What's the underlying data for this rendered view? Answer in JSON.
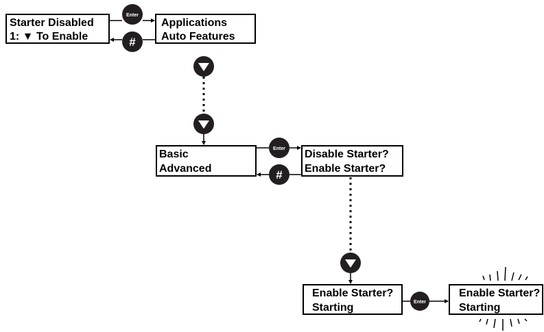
{
  "screens": {
    "main": {
      "line1": "Starter Disabled",
      "line2": "1: ▼ To Enable"
    },
    "menu": {
      "line1": "Applications",
      "line2": "Auto Features"
    },
    "submenu": {
      "line1": "Basic",
      "line2": "Advanced"
    },
    "option": {
      "line1": "Disable Starter?",
      "line2": "Enable Starter?"
    },
    "confirm": {
      "line1": "Enable Starter?",
      "line2": "Starting"
    },
    "result": {
      "line1": "Enable Starter?",
      "line2": "Starting"
    }
  },
  "keys": {
    "enter_label": "Enter",
    "back_label": "#",
    "down_icon": "down-arrow-icon"
  }
}
